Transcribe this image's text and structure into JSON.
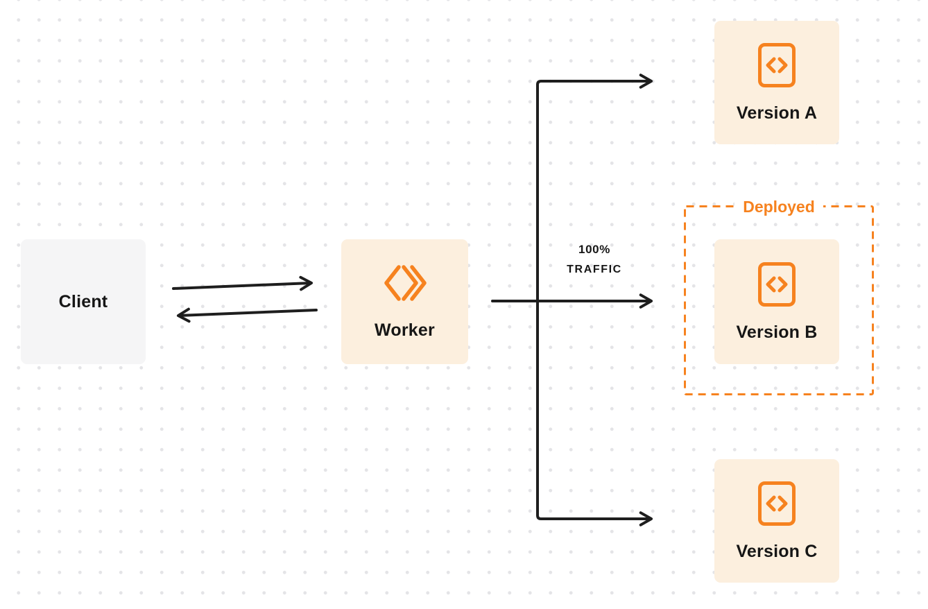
{
  "colors": {
    "accent": "#F6821F",
    "node-bg": "#FCEFDE",
    "client-bg": "#F5F5F6",
    "arrow": "#1E1E1E",
    "text": "#161616"
  },
  "client": {
    "label": "Client"
  },
  "worker": {
    "label": "Worker",
    "icon": "worker-chevrons-icon"
  },
  "traffic": {
    "line1": "100%",
    "line2": "TRAFFIC"
  },
  "deployed": {
    "label": "Deployed"
  },
  "versions": [
    {
      "label": "Version A",
      "icon": "code-file-icon"
    },
    {
      "label": "Version B",
      "icon": "code-file-icon",
      "deployed": true
    },
    {
      "label": "Version C",
      "icon": "code-file-icon"
    }
  ]
}
